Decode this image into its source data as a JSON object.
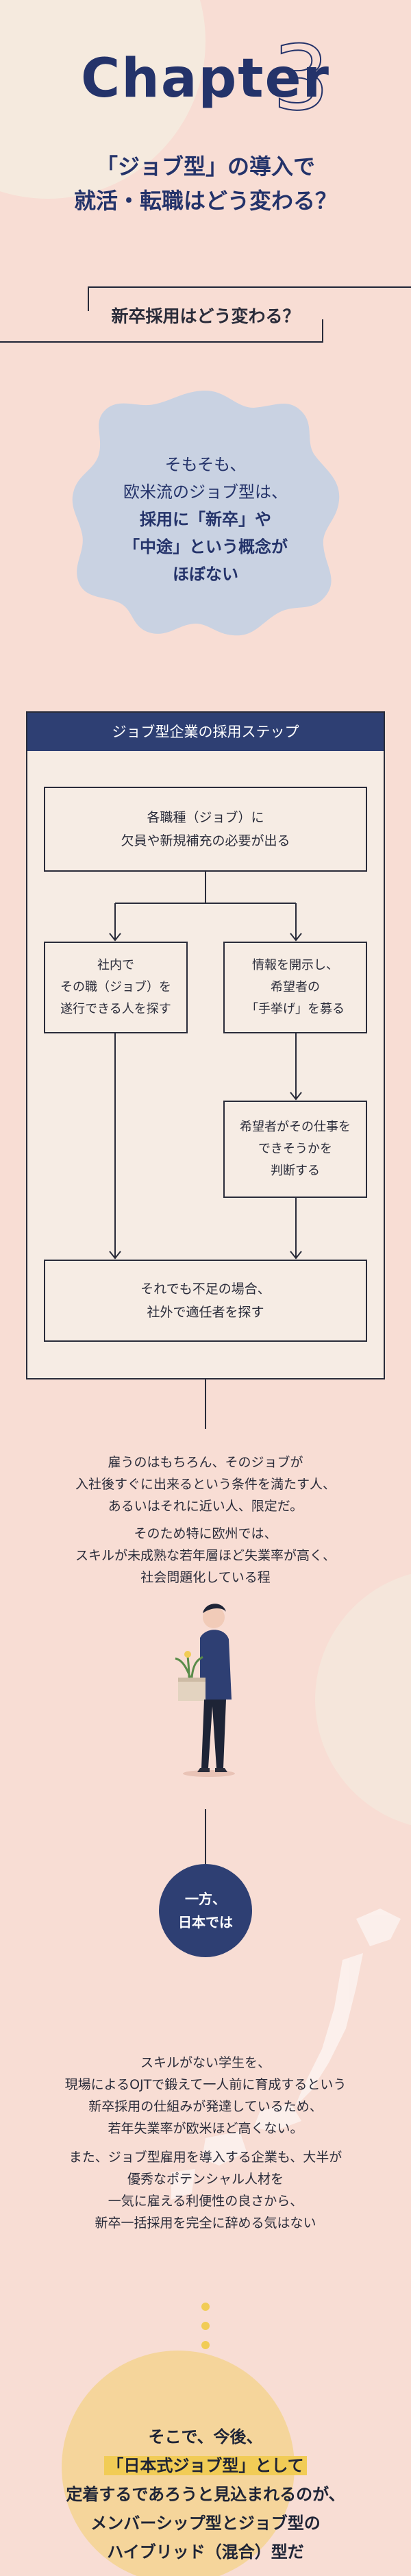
{
  "header": {
    "chapter_word": "Chapter",
    "chapter_number": "3",
    "title_line1": "「ジョブ型」の導入で",
    "title_line2": "就活・転職はどう変わる？"
  },
  "section": {
    "subheading": "新卒採用はどう変わる？"
  },
  "bubble": {
    "line1": "そもそも、",
    "line2": "欧米流のジョブ型は、",
    "line3": "採用に「新卒」や",
    "line4": "「中途」という概念が",
    "line5": "ほぼない"
  },
  "flowchart": {
    "header": "ジョブ型企業の採用ステップ",
    "step1_line1": "各職種（ジョブ）に",
    "step1_line2": "欠員や新規補充の必要が出る",
    "left_line1": "社内で",
    "left_line2": "その職（ジョブ）を",
    "left_line3": "遂行できる人を探す",
    "right_line1": "情報を開示し、",
    "right_line2": "希望者の",
    "right_line3": "「手挙げ」を募る",
    "right2_line1": "希望者がその仕事を",
    "right2_line2": "できそうかを",
    "right2_line3": "判断する",
    "final_line1": "それでも不足の場合、",
    "final_line2": "社外で適任者を探す"
  },
  "para1": {
    "line1": "雇うのはもちろん、そのジョブが",
    "line2": "入社後すぐに出来るという条件を満たす人、",
    "line3": "あるいはそれに近い人、限定だ。"
  },
  "para2": {
    "line1": "そのため特に欧州では、",
    "line2": "スキルが未成熟な若年層ほど失業率が高く、",
    "line3": "社会問題化している程"
  },
  "japan": {
    "circle_line1": "一方、",
    "circle_line2": "日本では"
  },
  "para3": {
    "line1": "スキルがない学生を、",
    "line2": "現場によるOJTで鍛えて一人前に育成するという",
    "line3": "新卒採用の仕組みが発達しているため、",
    "line4": "若年失業率が欧米ほど高くない。"
  },
  "para4": {
    "line1": "また、ジョブ型雇用を導入する企業も、大半が",
    "line2": "優秀なポテンシャル人材を",
    "line3": "一気に雇える利便性の良さから、",
    "line4": "新卒一括採用を完全に辞める気はない"
  },
  "conclusion": {
    "line1": "そこで、今後、",
    "line2": "「日本式ジョブ型」として",
    "line3": "定着するであろうと見込まれるのが、",
    "line4": "メンバーシップ型とジョブ型の",
    "line5": "ハイブリッド（混合）型だ"
  },
  "colors": {
    "background": "#f8ddd4",
    "navy": "#2e3f73",
    "blob": "#c9d2e2",
    "accent_yellow": "#f1cc56"
  }
}
